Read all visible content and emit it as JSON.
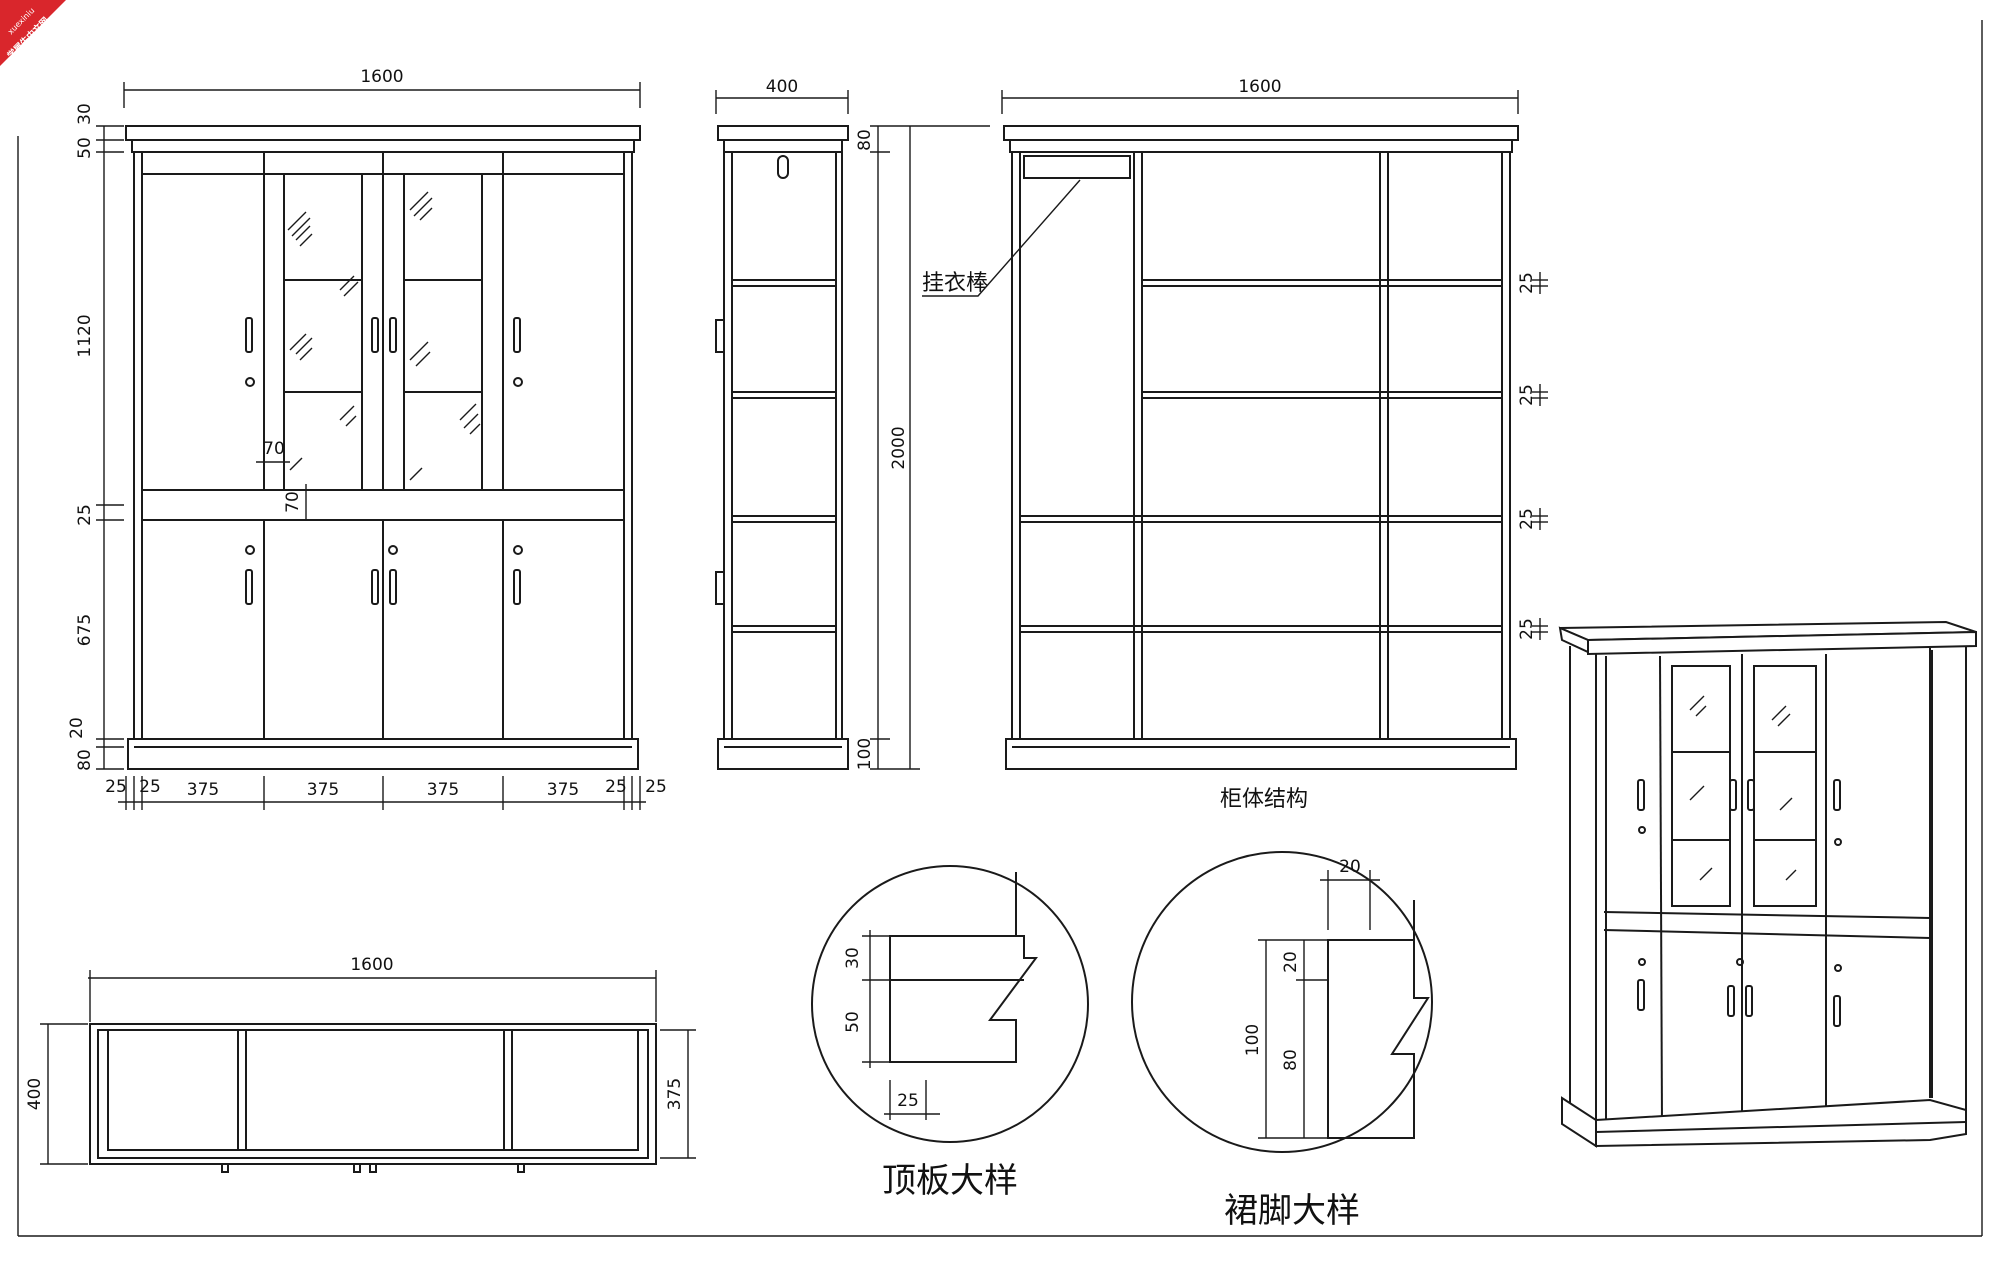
{
  "watermark": {
    "site_latin": "xuexiniu",
    "site_name": "学犀牛中文网"
  },
  "front_view": {
    "dims_top": [
      "1600"
    ],
    "dims_left": [
      "50",
      "30",
      "1120",
      "25",
      "675",
      "20",
      "80"
    ],
    "dims_bottom": [
      "25",
      "25",
      "375",
      "375",
      "375",
      "375",
      "25",
      "25"
    ],
    "dims_inner": [
      "70",
      "70"
    ]
  },
  "side_view": {
    "width": "400",
    "dims_right": [
      "80",
      "2000",
      "100"
    ],
    "rail_label": "挂衣棒"
  },
  "structure_view": {
    "width": "1600",
    "shelf_dims": [
      "25",
      "25",
      "25",
      "25"
    ],
    "caption": "柜体结构"
  },
  "plan_view": {
    "width": "1600",
    "depth_outer": "400",
    "depth_inner": "375"
  },
  "top_detail": {
    "dims": [
      "30",
      "50",
      "25"
    ],
    "caption": "顶板大样"
  },
  "skirt_detail": {
    "dims": [
      "20",
      "20",
      "80",
      "100"
    ],
    "caption": "裙脚大样"
  }
}
